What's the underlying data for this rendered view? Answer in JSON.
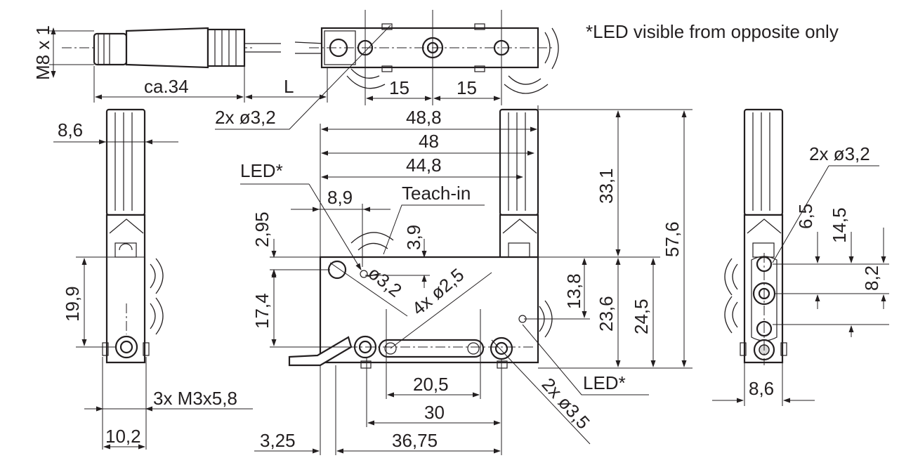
{
  "note": "*LED visible from opposite only",
  "labels": {
    "m8": "M8 x 1",
    "ca34": "ca.34",
    "L": "L",
    "hole_top": "2x ø3,2",
    "top_15a": "15",
    "top_15b": "15",
    "w_86_left": "8,6",
    "h_199": "19,9",
    "m3": "3x M3x5,8",
    "w_102": "10,2",
    "d_488": "48,8",
    "d_48": "48",
    "d_448": "44,8",
    "led_top": "LED*",
    "d_89": "8,9",
    "teach": "Teach-in",
    "d_295": "2,95",
    "d_39": "3,9",
    "d_174": "17,4",
    "d_o32": "ø3,2",
    "d_4x25": "4x ø2,5",
    "d_331": "33,1",
    "d_576": "57,6",
    "d_138": "13,8",
    "d_236": "23,6",
    "d_245": "24,5",
    "d_205": "20,5",
    "d_30": "30",
    "d_325": "3,25",
    "d_3675": "36,75",
    "d_2x35": "2x ø3,5",
    "led_bottom": "LED*",
    "r_hole": "2x ø3,2",
    "r_65": "6,5",
    "r_145": "14,5",
    "r_82": "8,2",
    "r_86": "8,6"
  }
}
